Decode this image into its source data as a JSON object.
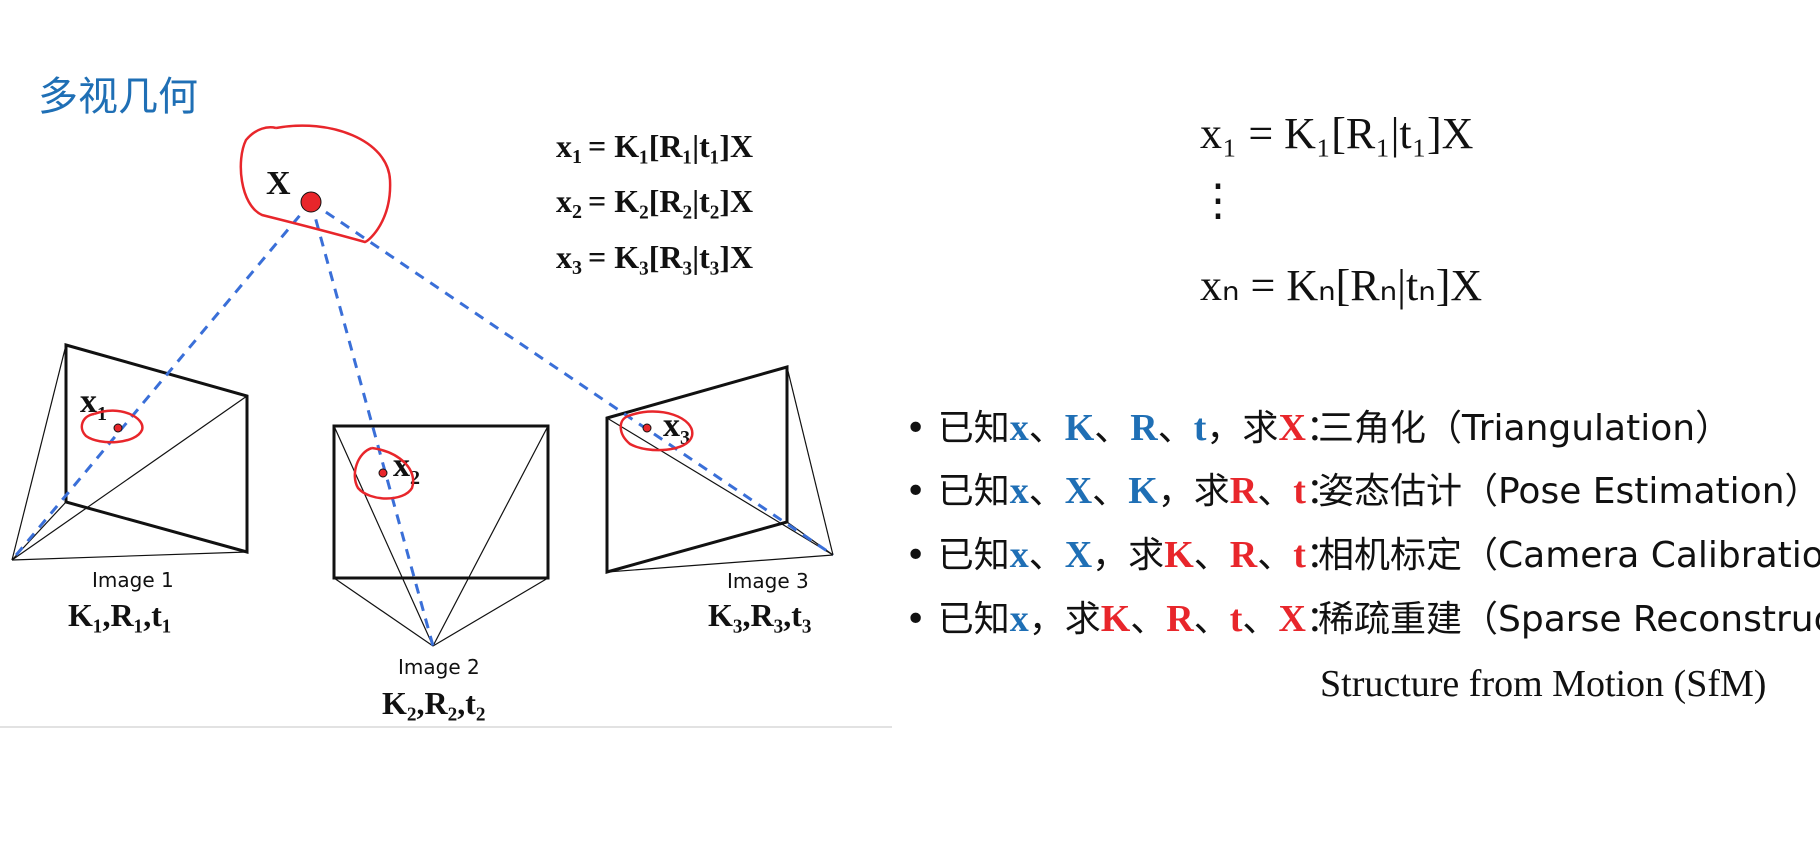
{
  "title": "多视几何",
  "point_label": "X",
  "equations_small": [
    {
      "lhs": "x",
      "sub": "1",
      "rhs": "= K₁[R₁|t₁]X"
    },
    {
      "lhs": "x",
      "sub": "2",
      "rhs": "= K₂[R₂|t₂]X"
    },
    {
      "lhs": "x",
      "sub": "3",
      "rhs": "= K₃[R₃|t₃]X"
    }
  ],
  "equations_large": {
    "first": "x₁ = K₁[R₁|t₁]X",
    "ellipsis": "⋮",
    "last": "xₙ = Kₙ[Rₙ|tₙ]X"
  },
  "images": [
    {
      "caption": "Image 1",
      "params": "K₁,R₁,t₁",
      "point": "x₁"
    },
    {
      "caption": "Image 2",
      "params": "K₂,R₂,t₂",
      "point": "x₂"
    },
    {
      "caption": "Image 3",
      "params": "K₃,R₃,t₃",
      "point": "x₃"
    }
  ],
  "bullets": [
    {
      "known": "已知",
      "syms_known": [
        "x",
        "K",
        "R",
        "t"
      ],
      "ask": "求",
      "syms_ask": [
        "X"
      ],
      "result": "三角化（Triangulation）"
    },
    {
      "known": "已知",
      "syms_known": [
        "x",
        "X",
        "K"
      ],
      "ask": "求",
      "syms_ask": [
        "R",
        "t"
      ],
      "result": "姿态估计（Pose Estimation）"
    },
    {
      "known": "已知",
      "syms_known": [
        "x",
        "X"
      ],
      "ask": "求",
      "syms_ask": [
        "K",
        "R",
        "t"
      ],
      "result": "相机标定（Camera Calibration）"
    },
    {
      "known": "已知",
      "syms_known": [
        "x"
      ],
      "ask": "求",
      "syms_ask": [
        "K",
        "R",
        "t",
        "X"
      ],
      "result": "稀疏重建（Sparse Reconstruction）"
    }
  ],
  "sfm_line": "Structure from Motion (SfM)",
  "colors": {
    "blue": "#1f6fb5",
    "red": "#e8262b",
    "dashed_ray": "#3a6fd8",
    "annotation": "#e8262b"
  }
}
